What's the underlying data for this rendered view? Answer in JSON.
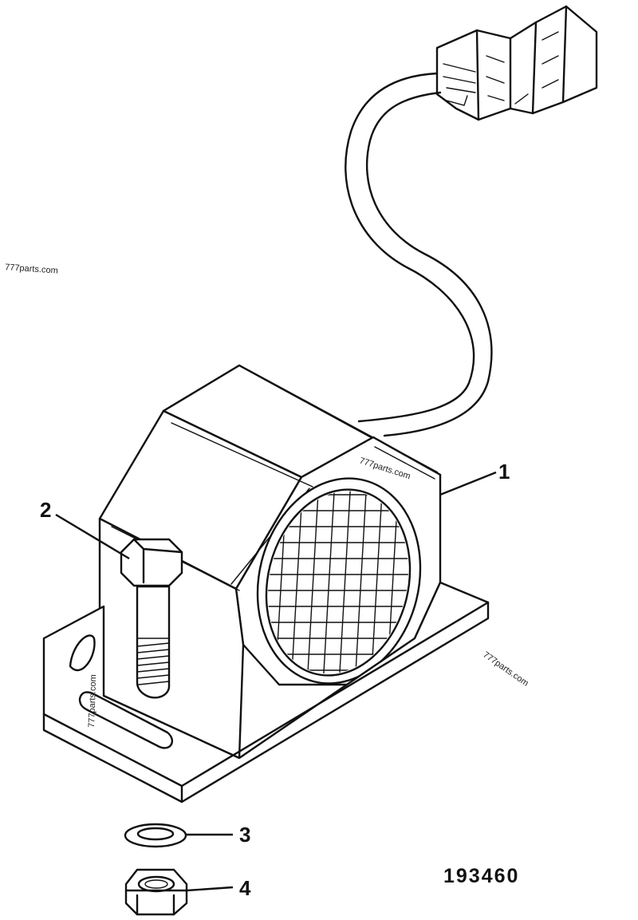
{
  "callouts": {
    "item1": "1",
    "item2": "2",
    "item3": "3",
    "item4": "4"
  },
  "figure_number": "193460",
  "watermarks": {
    "left": "777parts.com",
    "center": "777parts.com",
    "right": "777parts.com",
    "bracket": "777parts.com"
  }
}
